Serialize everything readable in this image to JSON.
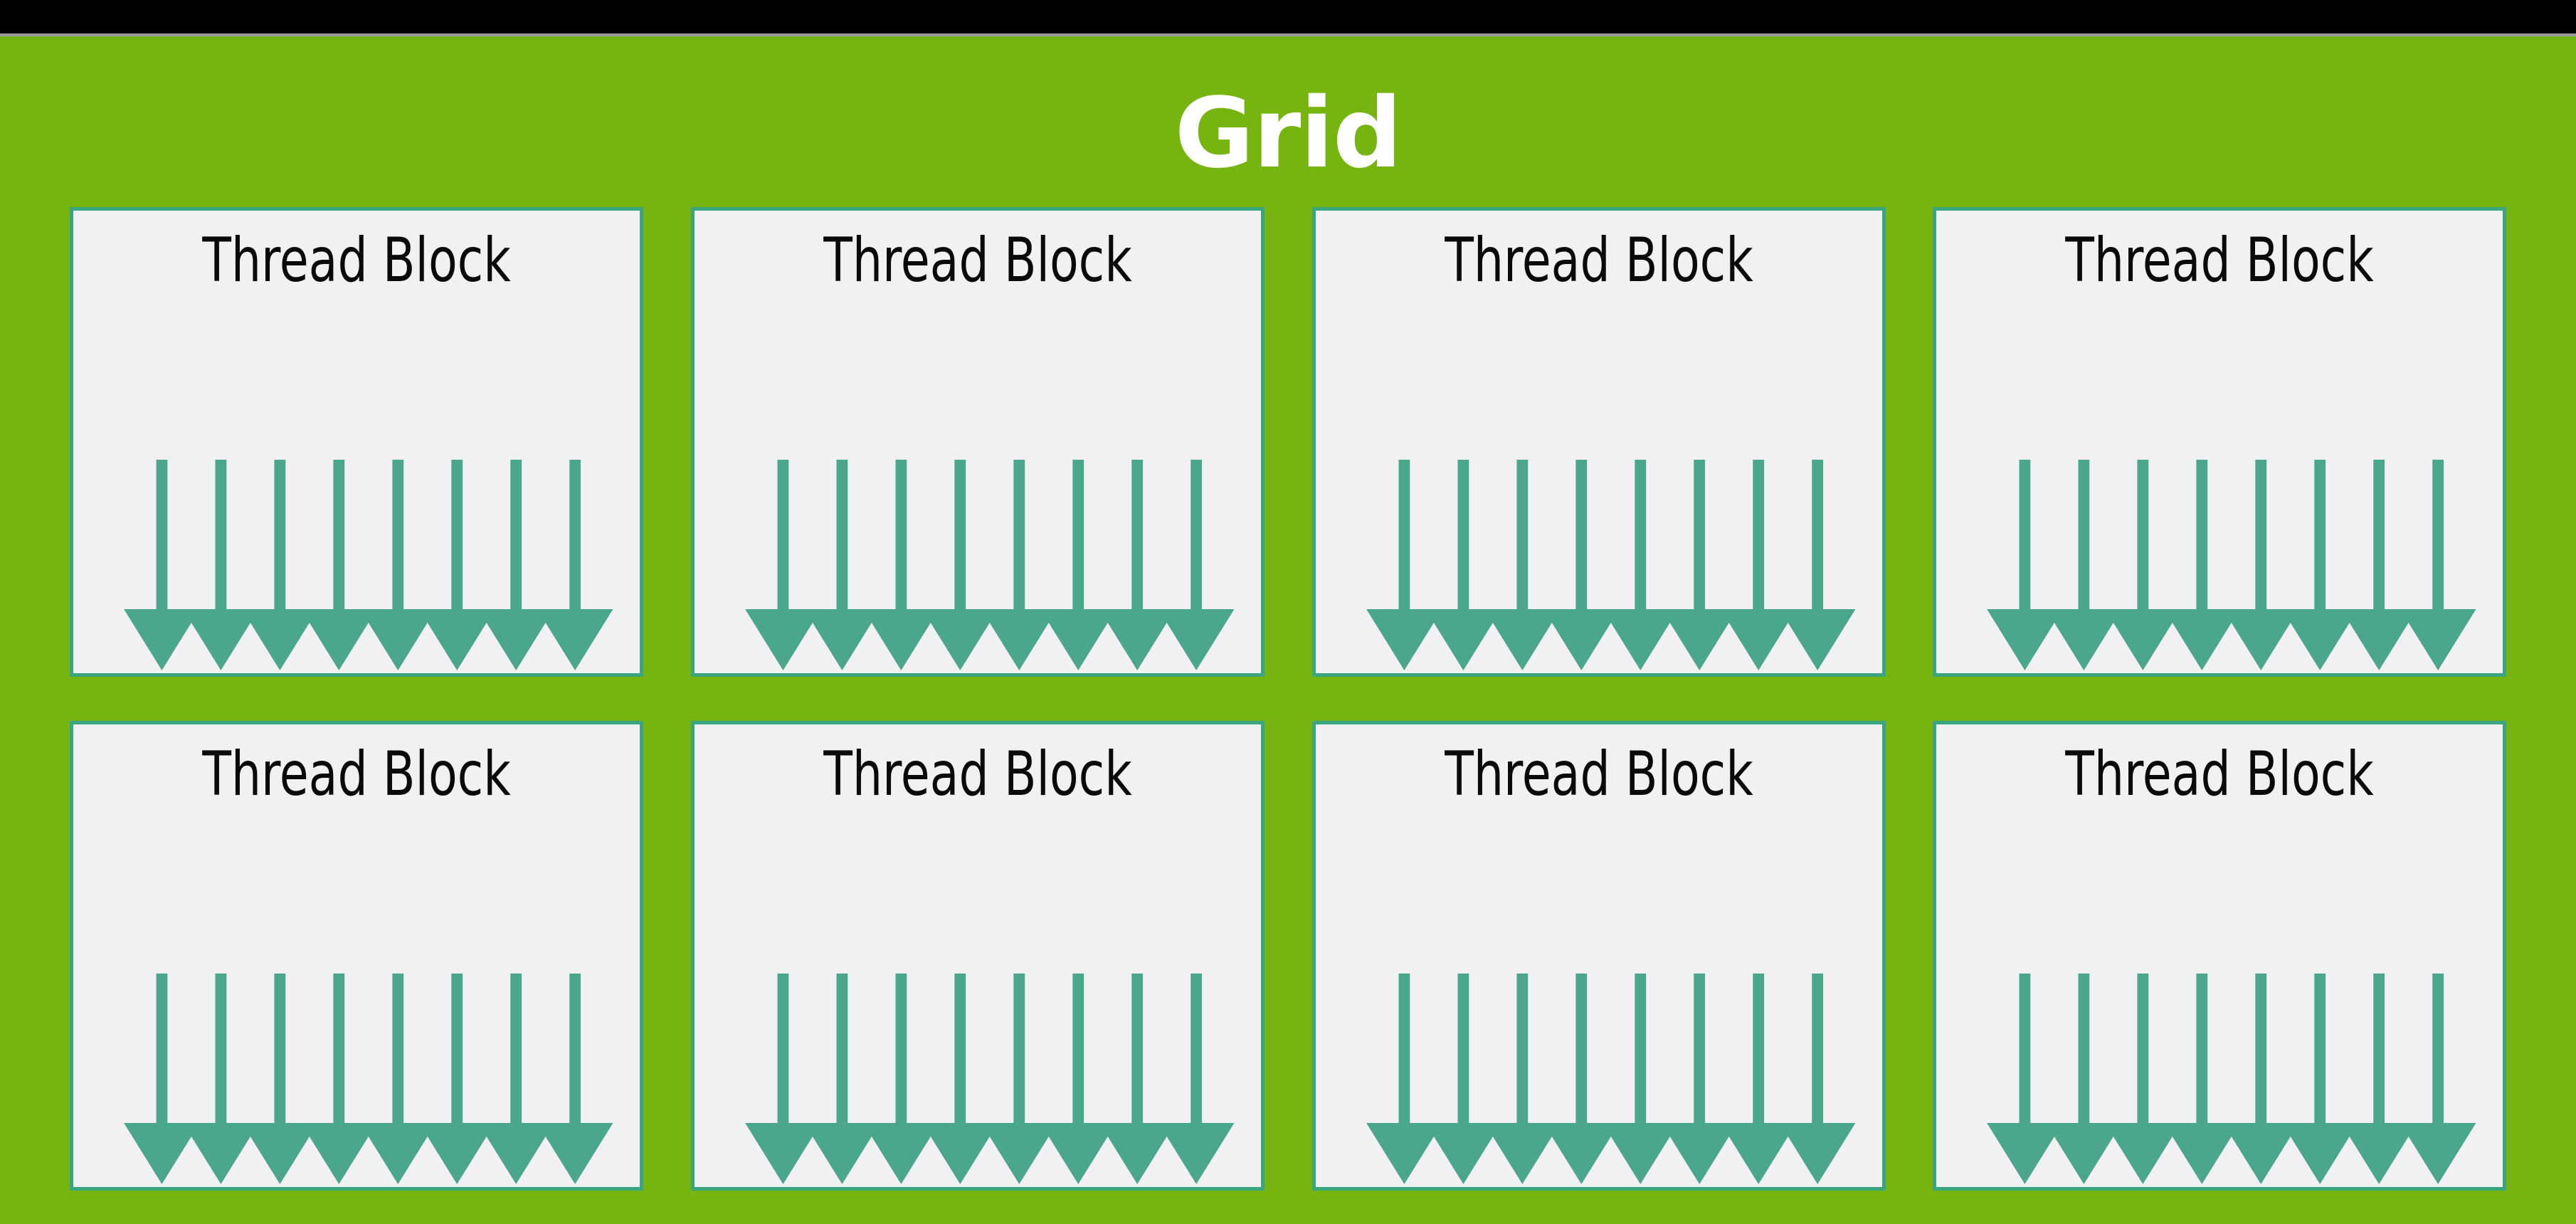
{
  "slide": {
    "title": "Grid",
    "background_color": "#76b510",
    "top_bar_color": "#000000",
    "rule_color": "#9b9b9b"
  },
  "block": {
    "label": "Thread Block",
    "card_background": "#f1f1f1",
    "card_border_color": "#3aa581",
    "thread_arrow_color": "#4aa78c",
    "threads_per_block": 8
  },
  "grid": {
    "rows": 2,
    "columns": 4,
    "blocks": [
      {
        "label": "Thread Block",
        "row": 0,
        "column": 0
      },
      {
        "label": "Thread Block",
        "row": 0,
        "column": 1
      },
      {
        "label": "Thread Block",
        "row": 0,
        "column": 2
      },
      {
        "label": "Thread Block",
        "row": 0,
        "column": 3
      },
      {
        "label": "Thread Block",
        "row": 1,
        "column": 0
      },
      {
        "label": "Thread Block",
        "row": 1,
        "column": 1
      },
      {
        "label": "Thread Block",
        "row": 1,
        "column": 2
      },
      {
        "label": "Thread Block",
        "row": 1,
        "column": 3
      }
    ]
  }
}
